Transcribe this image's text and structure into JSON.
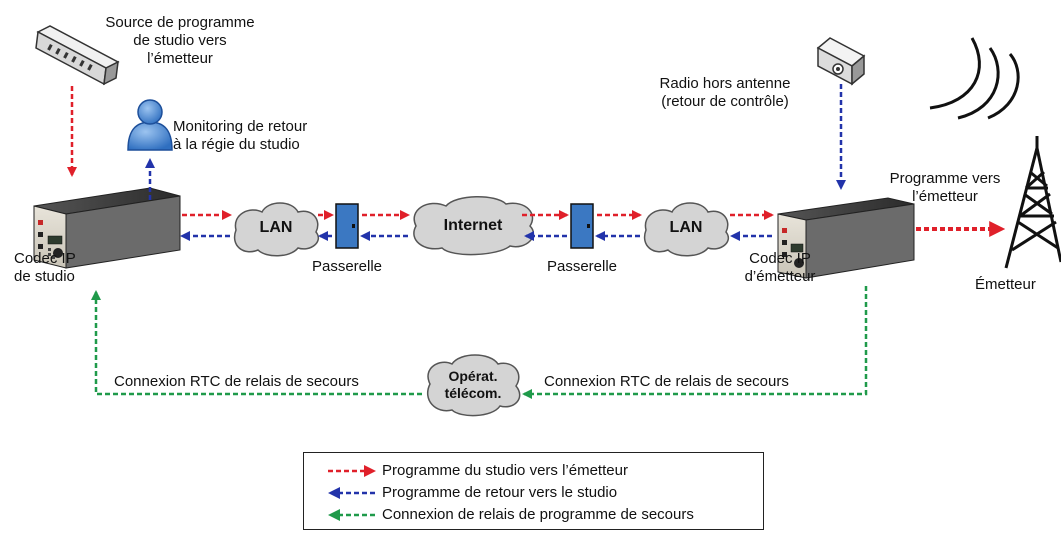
{
  "labels": {
    "source_line1": "Source de programme",
    "source_line2": "de studio vers",
    "source_line3": "l’émetteur",
    "monitoring_line1": "Monitoring de retour",
    "monitoring_line2": "à la régie du studio",
    "radio_line1": "Radio hors antenne",
    "radio_line2": "(retour de contrôle)",
    "codec_studio_line1": "Codec IP",
    "codec_studio_line2": "de studio",
    "codec_tx_line1": "Codec IP",
    "codec_tx_line2": "d’émetteur",
    "program_tx_line1": "Programme vers",
    "program_tx_line2": "l’émetteur",
    "transmitter": "Émetteur",
    "gateway_left": "Passerelle",
    "gateway_right": "Passerelle",
    "lan_left": "LAN",
    "lan_right": "LAN",
    "internet": "Internet",
    "operator_line1": "Opérat.",
    "operator_line2": "télécom.",
    "rtc_left": "Connexion RTC de relais de secours",
    "rtc_right": "Connexion RTC de relais de secours"
  },
  "legend": [
    {
      "text": "Programme du studio vers l’émetteur",
      "color": "#e0202a",
      "direction": "right"
    },
    {
      "text": "Programme de retour vers le studio",
      "color": "#2233aa",
      "direction": "left"
    },
    {
      "text": "Connexion de relais de programme de secours",
      "color": "#1f9a4a",
      "direction": "left"
    }
  ],
  "colors": {
    "red": "#e0202a",
    "blue": "#2233aa",
    "green": "#1f9a4a",
    "cloud": "#d4d4d4",
    "gateway": "#3b78c2"
  }
}
